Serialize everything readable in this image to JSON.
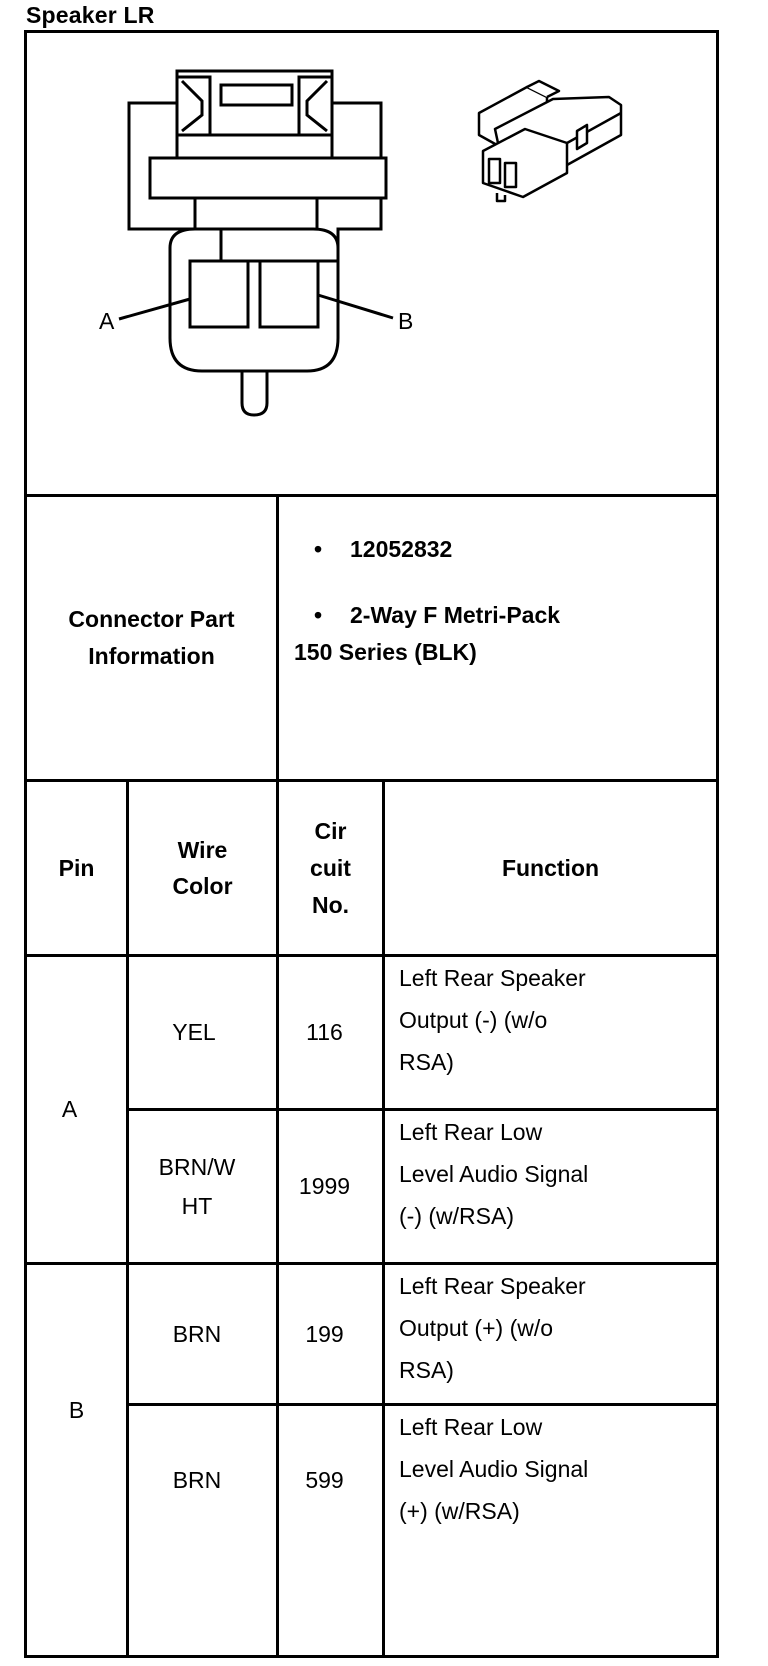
{
  "title": "Speaker  LR",
  "connector_info": {
    "label": "Connector Part Information",
    "bullet": "•",
    "part_number": "12052832",
    "description_line1": "2-Way F Metri-Pack",
    "description_line2": "150 Series (BLK)"
  },
  "diagram": {
    "pin_a_label": "A",
    "pin_b_label": "B"
  },
  "table": {
    "headers": {
      "pin": "Pin",
      "wire_color": [
        "Wire",
        "Color"
      ],
      "circuit_no": [
        "Cir",
        "cuit",
        "No."
      ],
      "function": "Function"
    },
    "rows": [
      {
        "pin": "A",
        "wire_color": [
          "YEL"
        ],
        "circuit": "116",
        "function": [
          "Left Rear Speaker",
          "Output (-) (w/o",
          "RSA)"
        ]
      },
      {
        "pin": "A",
        "wire_color": [
          "BRN/W",
          "HT"
        ],
        "circuit": "1999",
        "function": [
          "Left Rear Low",
          "Level Audio Signal",
          "(-) (w/RSA)"
        ]
      },
      {
        "pin": "B",
        "wire_color": [
          "BRN"
        ],
        "circuit": "199",
        "function": [
          "Left Rear Speaker",
          "Output (+) (w/o",
          "RSA)"
        ]
      },
      {
        "pin": "B",
        "wire_color": [
          "BRN"
        ],
        "circuit": "599",
        "function": [
          "Left Rear Low",
          "Level Audio Signal",
          "(+) (w/RSA)"
        ]
      }
    ]
  }
}
